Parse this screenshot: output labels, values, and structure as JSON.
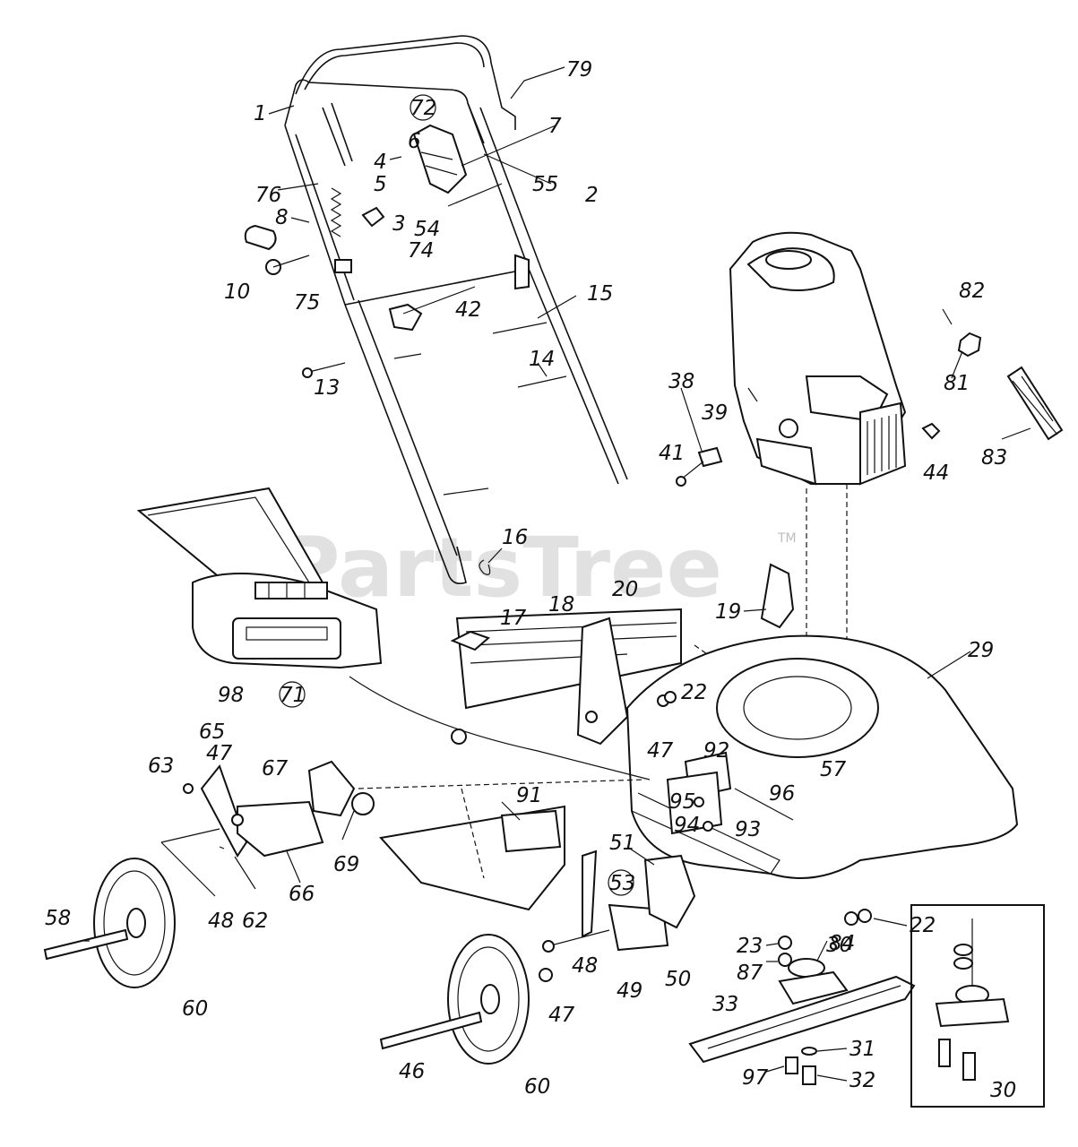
{
  "watermark": {
    "text": "PartsTree",
    "tm": "TM"
  },
  "callouts": {
    "p1": "1",
    "p2": "2",
    "p3": "3",
    "p4": "4",
    "p5": "5",
    "p6": "6",
    "p7": "7",
    "p8": "8",
    "p10": "10",
    "p13": "13",
    "p14": "14",
    "p15": "15",
    "p16": "16",
    "p17": "17",
    "p18": "18",
    "p19": "19",
    "p20": "20",
    "p22a": "22",
    "p22b": "22",
    "p23": "23",
    "p29": "29",
    "p30a": "30",
    "p30b": "30",
    "p31": "31",
    "p32": "32",
    "p33": "33",
    "p38": "38",
    "p39": "39",
    "p41": "41",
    "p42": "42",
    "p44": "44",
    "p46": "46",
    "p47a": "47",
    "p47b": "47",
    "p47c": "47",
    "p48a": "48",
    "p48b": "48",
    "p49": "49",
    "p50": "50",
    "p51": "51",
    "p53": "53",
    "p54": "54",
    "p55": "55",
    "p57": "57",
    "p58": "58",
    "p60a": "60",
    "p60b": "60",
    "p62": "62",
    "p63": "63",
    "p65": "65",
    "p66": "66",
    "p67": "67",
    "p69": "69",
    "p71": "71",
    "p72": "72",
    "p74": "74",
    "p75": "75",
    "p76": "76",
    "p79": "79",
    "p81": "81",
    "p82": "82",
    "p83": "83",
    "p84": "84",
    "p87": "87",
    "p91": "91",
    "p92": "92",
    "p93": "93",
    "p94": "94",
    "p95": "95",
    "p96": "96",
    "p97": "97",
    "p98": "98"
  }
}
